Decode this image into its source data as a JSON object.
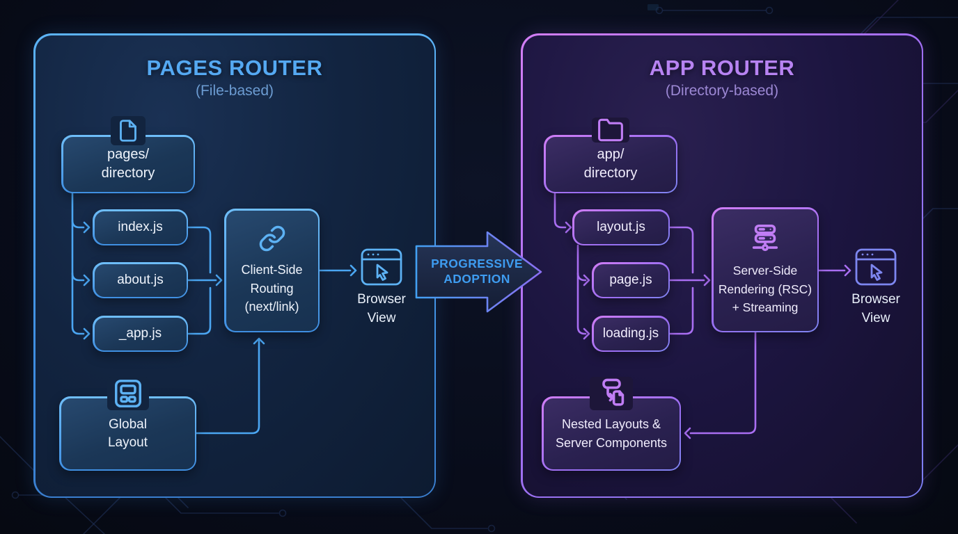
{
  "colors": {
    "background": "#080C1A",
    "pages_accent": "#4BA6F2",
    "app_accent": "#A96EF2",
    "pages_title": "#55A9F2",
    "pages_subtitle": "#6C9CD2",
    "app_title": "#B783F2",
    "app_subtitle": "#9C88D4",
    "arrow_text": "#3E9CF0"
  },
  "pages": {
    "title": "PAGES ROUTER",
    "subtitle": "(File-based)",
    "dir": [
      "pages/",
      "directory"
    ],
    "files": [
      "index.js",
      "about.js",
      "_app.js"
    ],
    "csr": [
      "Client-Side",
      "Routing",
      "(next/link)"
    ],
    "browser": [
      "Browser",
      "View"
    ],
    "global_layout": [
      "Global",
      "Layout"
    ]
  },
  "center": {
    "lines": [
      "PROGRESSIVE",
      "ADOPTION"
    ]
  },
  "app": {
    "title": "APP ROUTER",
    "subtitle": "(Directory-based)",
    "dir": [
      "app/",
      "directory"
    ],
    "files": [
      "layout.js",
      "page.js",
      "loading.js"
    ],
    "ssr": [
      "Server-Side",
      "Rendering (RSC)",
      "+ Streaming"
    ],
    "browser": [
      "Browser",
      "View"
    ],
    "nested": [
      "Nested Layouts &",
      "Server Components"
    ]
  },
  "icons": {
    "pages_directory": "file-icon",
    "app_directory": "folder-icon",
    "client_side_routing": "link-icon",
    "server_side_rendering": "server-icon",
    "global_layout": "layout-grid-icon",
    "nested_layouts": "nested-layout-icon",
    "browser_view": "browser-window-cursor-icon"
  }
}
